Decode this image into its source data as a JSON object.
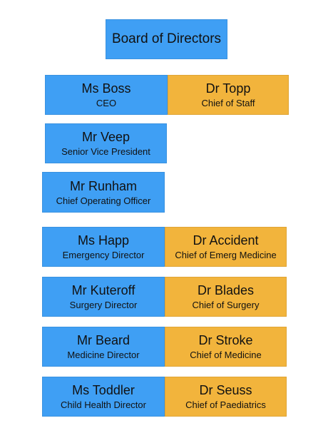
{
  "colors": {
    "blue": "#3f9ff4",
    "orange": "#f2b43c"
  },
  "board": {
    "name": "Board of Directors"
  },
  "ceo": {
    "name": "Ms Boss",
    "title": "CEO"
  },
  "chief_of_staff": {
    "name": "Dr Topp",
    "title": "Chief of Staff"
  },
  "svp": {
    "name": "Mr Veep",
    "title": "Senior Vice President"
  },
  "coo": {
    "name": "Mr Runham",
    "title": "Chief Operating Officer"
  },
  "pairs": [
    {
      "director": {
        "name": "Ms Happ",
        "title": "Emergency Director"
      },
      "chief": {
        "name": "Dr Accident",
        "title": "Chief of Emerg Medicine"
      }
    },
    {
      "director": {
        "name": "Mr Kuteroff",
        "title": "Surgery Director"
      },
      "chief": {
        "name": "Dr Blades",
        "title": "Chief of Surgery"
      }
    },
    {
      "director": {
        "name": "Mr Beard",
        "title": "Medicine Director"
      },
      "chief": {
        "name": "Dr Stroke",
        "title": "Chief of Medicine"
      }
    },
    {
      "director": {
        "name": "Ms Toddler",
        "title": "Child Health Director"
      },
      "chief": {
        "name": "Dr Seuss",
        "title": "Chief of Paediatrics"
      }
    }
  ]
}
